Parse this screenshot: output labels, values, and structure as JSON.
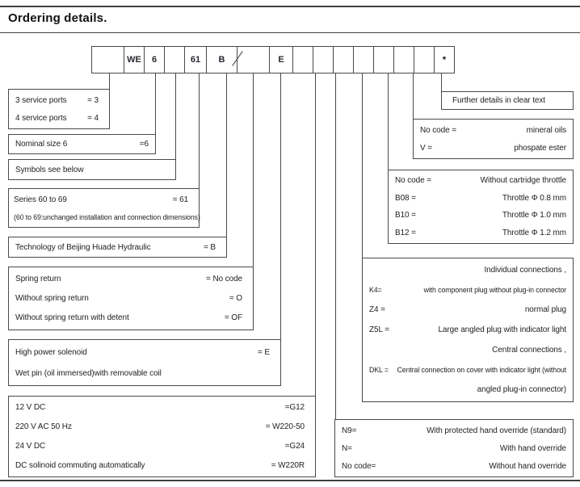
{
  "title": "Ordering details.",
  "ink": {
    "text_color": "#1f1f1f",
    "line_color": "#4a4a4a"
  },
  "code_row": {
    "slash_after_b": "/",
    "cells": [
      {
        "text": ""
      },
      {
        "text": "WE"
      },
      {
        "text": "6"
      },
      {
        "text": ""
      },
      {
        "text": "61"
      },
      {
        "text": "B"
      },
      {
        "text": ""
      },
      {
        "text": "E"
      },
      {
        "text": ""
      },
      {
        "text": ""
      },
      {
        "text": ""
      },
      {
        "text": ""
      },
      {
        "text": ""
      },
      {
        "text": ""
      },
      {
        "text": ""
      },
      {
        "text": "*"
      }
    ]
  },
  "left_boxes": [
    {
      "name": "service-ports",
      "rows": [
        {
          "label": "3 service ports",
          "value": "= 3"
        },
        {
          "label": "4 service ports",
          "value": "= 4"
        }
      ]
    },
    {
      "name": "nominal-size",
      "rows": [
        {
          "label": "Nominal size 6",
          "value": "=6"
        }
      ]
    },
    {
      "name": "symbols",
      "rows": [
        {
          "label": "Symbols see below",
          "value": ""
        }
      ]
    },
    {
      "name": "series",
      "rows": [
        {
          "label": "Series 60 to 69",
          "value": "= 61"
        },
        {
          "label": "(60 to 69:unchanged installation and connection dimensions)",
          "value": ""
        }
      ]
    },
    {
      "name": "technology",
      "rows": [
        {
          "label": "Technology of Beijing Huade Hydraulic",
          "value": "= B"
        }
      ]
    },
    {
      "name": "spring-return",
      "rows": [
        {
          "label": "Spring return",
          "value": "= No code"
        },
        {
          "label": "Without spring return",
          "value": "= O"
        },
        {
          "label": "Without spring return with detent",
          "value": "= OF"
        }
      ]
    },
    {
      "name": "solenoid",
      "rows": [
        {
          "label": "High power solenoid",
          "value": "= E"
        },
        {
          "label": "Wet pin (oil immersed)with removable coil",
          "value": ""
        }
      ]
    },
    {
      "name": "voltage",
      "rows": [
        {
          "label": "12 V DC",
          "value": "=G12"
        },
        {
          "label": "220 V AC 50 Hz",
          "value": "= W220-50"
        },
        {
          "label": "24 V DC",
          "value": "=G24"
        },
        {
          "label": "DC solinoid commuting automatically",
          "value": "= W220R"
        }
      ]
    }
  ],
  "right_boxes": [
    {
      "name": "further-details",
      "rows": [
        {
          "label": "Further details in clear text",
          "value": ""
        }
      ]
    },
    {
      "name": "fluid",
      "rows": [
        {
          "label": "No code =",
          "value": "mineral oils"
        },
        {
          "label": "V =",
          "value": "phospate ester"
        }
      ]
    },
    {
      "name": "throttle",
      "rows": [
        {
          "label": "No code =",
          "value": "Without cartridge throttle"
        },
        {
          "label": "B08 =",
          "value": "Throttle Φ 0.8 mm"
        },
        {
          "label": "B10 =",
          "value": "Throttle Φ 1.0 mm"
        },
        {
          "label": "B12 =",
          "value": "Throttle Φ 1.2 mm"
        }
      ]
    },
    {
      "name": "connections",
      "rows": [
        {
          "label": "",
          "value": "Individual connections ,"
        },
        {
          "label": "K4=",
          "value": "with component plug without plug-in connector"
        },
        {
          "label": "Z4 =",
          "value": "normal plug"
        },
        {
          "label": "Z5L =",
          "value": "Large  angled plug  with indicator light"
        },
        {
          "label": "",
          "value": "Central connections ,"
        },
        {
          "label": "DKL =",
          "value": "Central connection on cover with indicator light   (without"
        },
        {
          "label": "",
          "value": "angled plug-in connector)"
        }
      ]
    },
    {
      "name": "hand-override",
      "rows": [
        {
          "label": "N9=",
          "value": "With protected hand override (standard)"
        },
        {
          "label": "N=",
          "value": "With hand override"
        },
        {
          "label": "No code=",
          "value": "Without hand override"
        }
      ]
    }
  ]
}
